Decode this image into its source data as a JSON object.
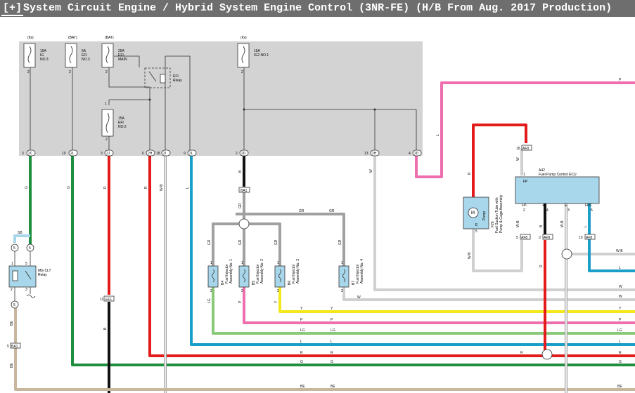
{
  "title": {
    "toggle": "[+]",
    "text": "System Circuit  Engine / Hybrid System  Engine Control (3NR-FE) (H/B From Aug. 2017 Production)"
  },
  "fuses": [
    {
      "src": "(IG)",
      "amp": "15A",
      "name1": "IG",
      "name2": "NO.3",
      "pin": "2"
    },
    {
      "src": "(BAT)",
      "amp": "5A",
      "name1": "EFI",
      "name2": "NO.3",
      "pin": "2"
    },
    {
      "src": "(BAT)",
      "amp": "25A",
      "name1": "EFI-",
      "name2": "MAIN",
      "pin": "2"
    },
    {
      "src": "(IG)",
      "amp": "15A",
      "name1": "IG2 NO.1",
      "name2": "",
      "pin": "2"
    },
    {
      "amp": "15A",
      "name1": "EFI",
      "name2": "NO.2",
      "pin": "2",
      "pin_top": "1"
    }
  ],
  "relay": {
    "name1": "EFI",
    "name2": "Relay"
  },
  "box_pins": [
    {
      "pin": "3",
      "conn": "2C"
    },
    {
      "pin": "10",
      "conn": "2L"
    },
    {
      "pin": "3",
      "conn": "2J"
    },
    {
      "pin": "6",
      "conn": "2H"
    },
    {
      "pin": "18",
      "conn": "2I"
    },
    {
      "pin": "9",
      "conn": "2L"
    },
    {
      "pin": "2",
      "conn": "2D"
    },
    {
      "pin": "13",
      "conn": "2H"
    },
    {
      "pin": "4",
      "conn": "2D"
    }
  ],
  "wire_labels": {
    "g": "G",
    "b": "B",
    "r": "R",
    "wb": "W-B",
    "l": "L",
    "w": "W",
    "p": "P",
    "lg": "LG",
    "y": "Y",
    "gr": "GR",
    "be": "BE",
    "sb": "SB"
  },
  "mg_relay": {
    "name1": "MG CLT",
    "name2": "Relay",
    "pins": [
      "1",
      "2",
      "3",
      "5"
    ]
  },
  "connectors": {
    "ba1": "BA1",
    "ef1": "EF1",
    "af8": "AF8",
    "b5": "5",
    "pin11": "11",
    "pin18": "18",
    "pin5": "5",
    "pin3": "3",
    "pin10": "10"
  },
  "injectors": [
    {
      "id": "B4",
      "name": "Fuel Injector",
      "sub": "Assembly No. 1",
      "p1": "1",
      "p2": "2"
    },
    {
      "id": "B5",
      "name": "Fuel Injector",
      "sub": "Assembly No. 2",
      "p1": "1",
      "p2": "2"
    },
    {
      "id": "B6",
      "name": "Fuel Injector",
      "sub": "Assembly No. 3",
      "p1": "1",
      "p2": "2"
    },
    {
      "id": "B7",
      "name": "Fuel Injector",
      "sub": "Assembly No. 4",
      "p1": "1",
      "p2": "2"
    }
  ],
  "pump": {
    "id": "F26",
    "name1": "Fuel Suction Tube with",
    "name2": "Pump & Gage Assembly",
    "motor": "M",
    "pin_top": "4",
    "pin_bot": "5",
    "label": "Pump",
    "term": "E"
  },
  "ecu": {
    "id": "A42",
    "name": "Fuel Pump Control ECU",
    "fp": "FP",
    "fpm": "FP-",
    "pb": "+B",
    "e": "E",
    "fpc": "FPC",
    "pin_fp": "1",
    "pins": [
      "2",
      "4",
      "3",
      "5"
    ]
  },
  "colors": {
    "green": "#1f8e3f",
    "red": "#e21b1b",
    "black": "#111111",
    "cyan": "#1aa0c8",
    "pink": "#ee6fae",
    "yellow": "#f4e81c",
    "lg": "#8ac87a",
    "gray": "#a0a0a0",
    "be": "#c8b79e",
    "sb": "#a8d6ea",
    "box": "#d3d3d3"
  }
}
